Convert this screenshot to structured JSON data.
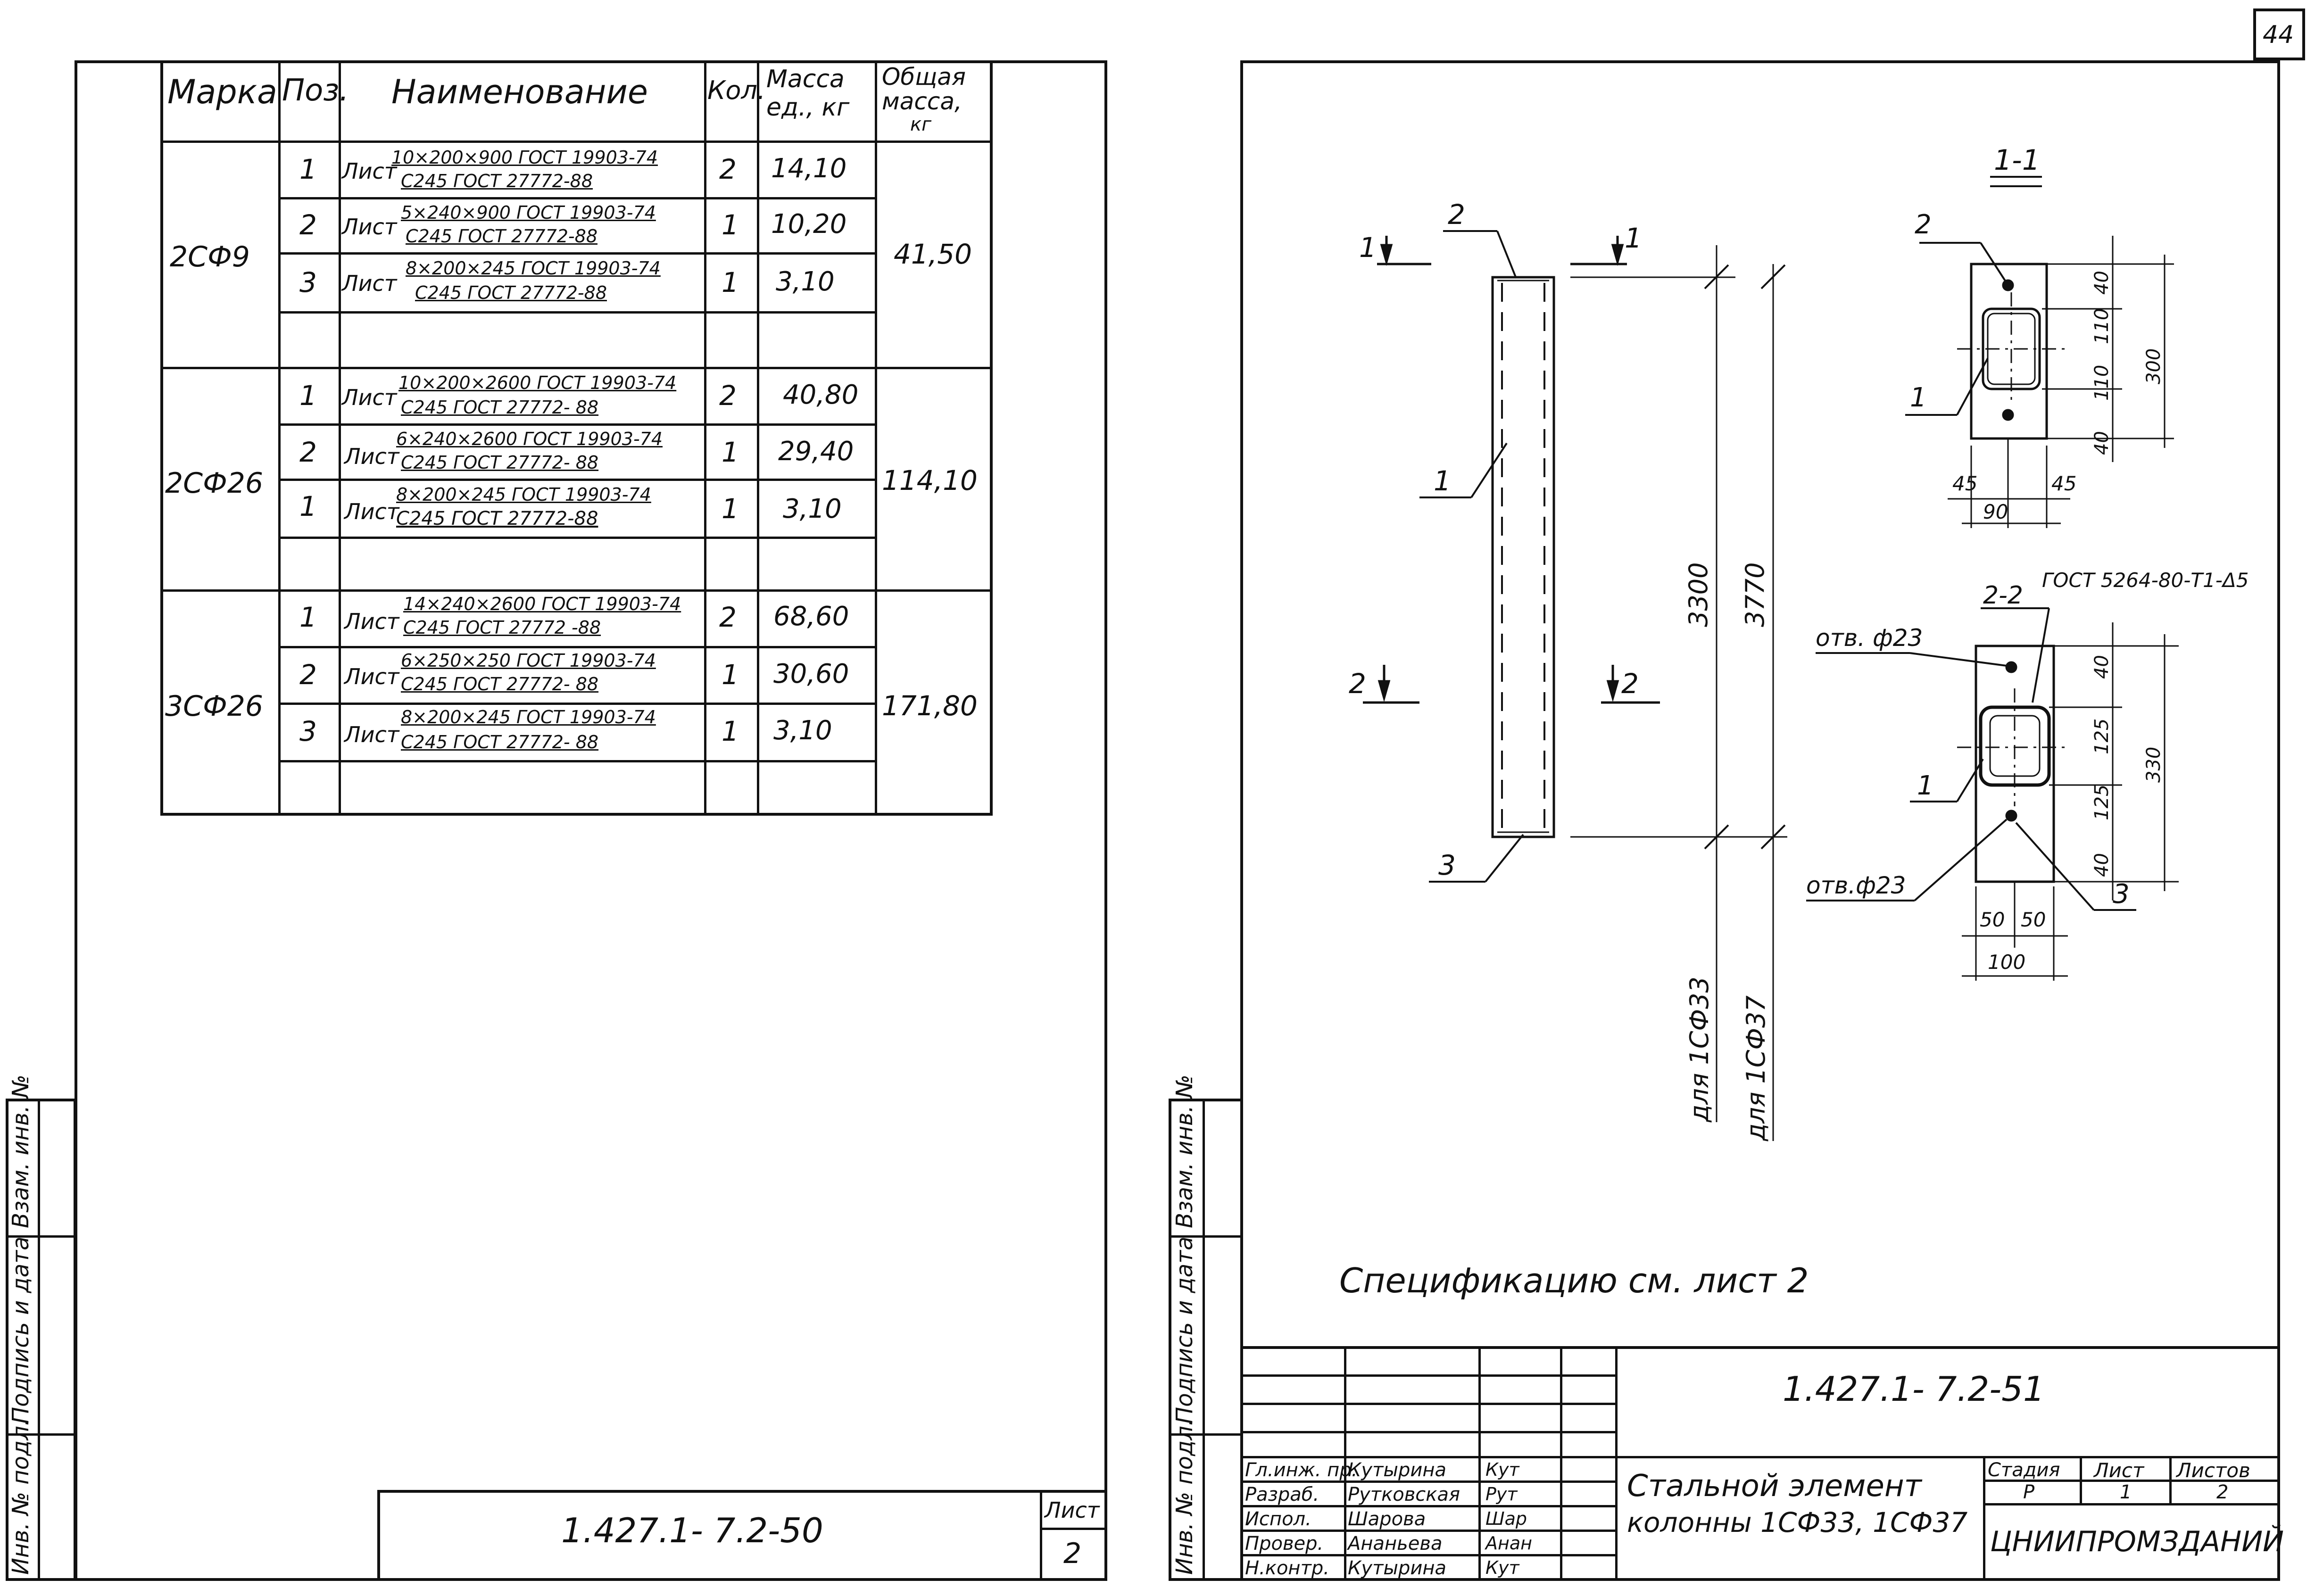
{
  "page_number": "44",
  "left_sheet": {
    "spec_headers": {
      "mark": "Марка",
      "pos": "Поз.",
      "name": "Наименование",
      "qty": "Кол.",
      "mass_unit_line1": "Масса",
      "mass_unit_line2": "ед., кг",
      "mass_total_line1": "Общая",
      "mass_total_line2": "масса,",
      "mass_total_line3": "кг"
    },
    "groups": [
      {
        "mark": "2СФ9",
        "total": "41,50",
        "rows": [
          {
            "pos": "1",
            "word": "Лист",
            "top": "10×200×900 ГОСТ 19903-74",
            "bottom": "С245 ГОСТ 27772-88",
            "qty": "2",
            "mass": "14,10"
          },
          {
            "pos": "2",
            "word": "Лист",
            "top": "5×240×900 ГОСТ 19903-74",
            "bottom": "С245 ГОСТ 27772-88",
            "qty": "1",
            "mass": "10,20"
          },
          {
            "pos": "3",
            "word": "Лист",
            "top": "8×200×245 ГОСТ 19903-74",
            "bottom": "С245 ГОСТ 27772-88",
            "qty": "1",
            "mass": "3,10"
          }
        ]
      },
      {
        "mark": "2СФ26",
        "total": "114,10",
        "rows": [
          {
            "pos": "1",
            "word": "Лист",
            "top": "10×200×2600 ГОСТ 19903-74",
            "bottom": "С245 ГОСТ 27772- 88",
            "qty": "2",
            "mass": "40,80"
          },
          {
            "pos": "2",
            "word": "Лист",
            "top": "6×240×2600 ГОСТ 19903-74",
            "bottom": "С245 ГОСТ 27772- 88",
            "qty": "1",
            "mass": "29,40"
          },
          {
            "pos": "1",
            "word": "Лист",
            "top": "8×200×245 ГОСТ 19903-74",
            "bottom": "С245 ГОСТ 27772-88",
            "qty": "1",
            "mass": "3,10"
          }
        ]
      },
      {
        "mark": "3СФ26",
        "total": "171,80",
        "rows": [
          {
            "pos": "1",
            "word": "Лист",
            "top": "14×240×2600 ГОСТ 19903-74",
            "bottom": "С245 ГОСТ 27772 -88",
            "qty": "2",
            "mass": "68,60"
          },
          {
            "pos": "2",
            "word": "Лист",
            "top": "6×250×250 ГОСТ 19903-74",
            "bottom": "С245 ГОСТ 27772- 88",
            "qty": "1",
            "mass": "30,60"
          },
          {
            "pos": "3",
            "word": "Лист",
            "top": "8×200×245 ГОСТ 19903-74",
            "bottom": "С245 ГОСТ 27772- 88",
            "qty": "1",
            "mass": "3,10"
          }
        ]
      }
    ],
    "side_stamp": {
      "inv_no": "Инв. № подл.",
      "sign_date": "Подпись и дата",
      "replace_inv": "Взам. инв. №"
    },
    "doc_code": "1.427.1- 7.2-50",
    "sheet_label": "Лист",
    "sheet_number": "2"
  },
  "right_sheet": {
    "drawing": {
      "section_1_1": "1-1",
      "section_2_2": "2-2",
      "cut_mark_1": "1",
      "cut_mark_2": "2",
      "pos_1": "1",
      "pos_2": "2",
      "pos_3": "3",
      "dim_3300": "3300",
      "dim_3770": "3770",
      "for_1sf33": "для 1СФ33",
      "for_1sf37": "для 1СФ37",
      "dim_40": "40",
      "dim_110": "110",
      "dim_300": "300",
      "dim_45": "45",
      "dim_90": "90",
      "dim_125": "125",
      "dim_330": "330",
      "dim_50": "50",
      "dim_100": "100",
      "weld_note": "ГОСТ 5264-80-Т1-Δ5",
      "hole_label": "отв. ф23",
      "hole_label_2": "отв.ф23"
    },
    "spec_note": "Спецификацию см. лист 2",
    "title_block": {
      "doc_code": "1.427.1- 7.2-51",
      "roles": [
        "Гл.инж. пр.",
        "Разраб.",
        "Испол.",
        "Провер.",
        "Н.контр."
      ],
      "names": [
        "Кутырина",
        "Рутковская",
        "Шарова",
        "Ананьева",
        "Кутырина"
      ],
      "signatures": [
        "Кут",
        "Рут",
        "Шар",
        "Анан",
        "Кут"
      ],
      "title_line1": "Стальной элемент",
      "title_line2": "колонны 1СФ33, 1СФ37",
      "stage_label": "Стадия",
      "sheet_label": "Лист",
      "sheets_label": "Листов",
      "stage": "Р",
      "sheet": "1",
      "sheets": "2",
      "org": "ЦНИИПРОМЗДАНИЙ"
    },
    "side_stamp": {
      "inv_no": "Инв. № подл.",
      "sign_date": "Подпись и дата",
      "replace_inv": "Взам. инв. №"
    }
  }
}
